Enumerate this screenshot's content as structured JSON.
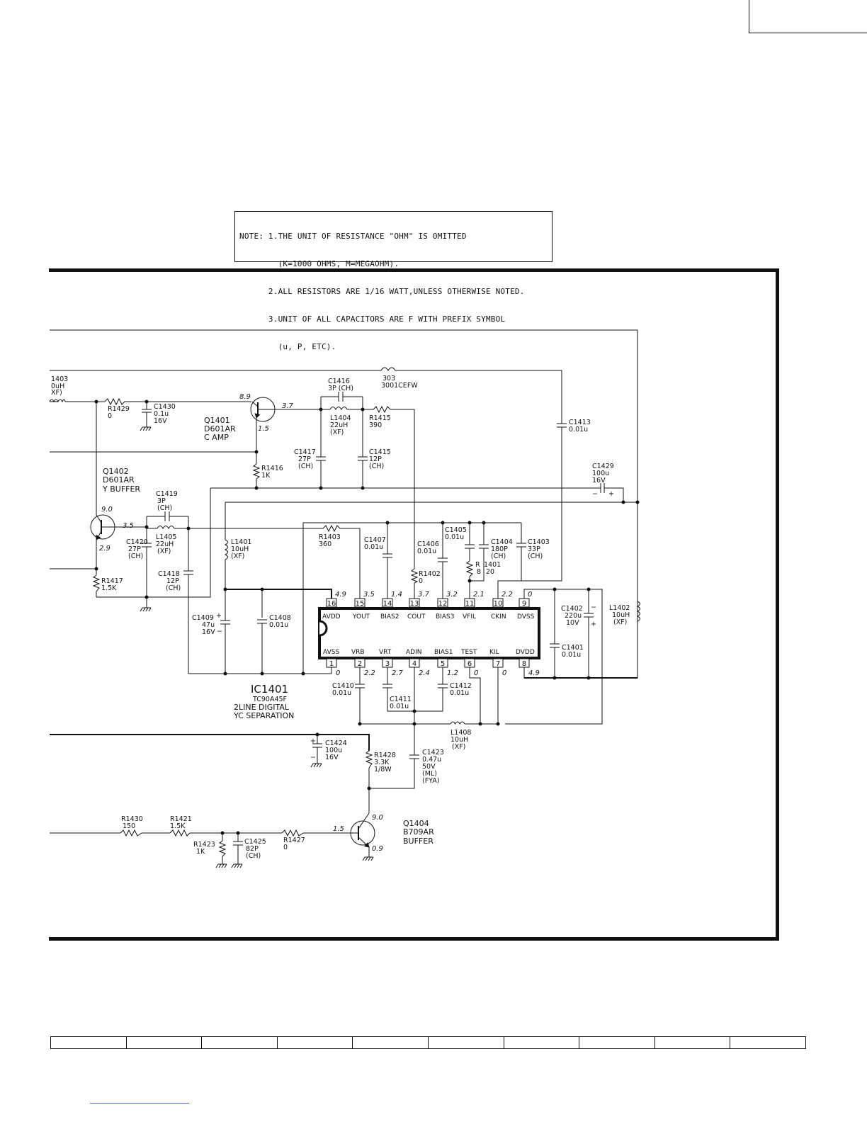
{
  "note": {
    "lines": [
      "NOTE: 1.THE UNIT OF RESISTANCE \"OHM\" IS OMITTED",
      "        (K=1000 OHMS, M=MEGAOHM).",
      "      2.ALL RESISTORS ARE 1/16 WATT,UNLESS OTHERWISE NOTED.",
      "      3.UNIT OF ALL CAPACITORS ARE F WITH PREFIX SYMBOL",
      "        (u, P, ETC)."
    ]
  },
  "ic": {
    "ref": "IC1401",
    "part": "TC90A45F",
    "desc1": "2LINE DIGITAL",
    "desc2": "YC SEPARATION",
    "top_pins": [
      {
        "num": "16",
        "name": "AVDD",
        "volt": "4.9"
      },
      {
        "num": "15",
        "name": "YOUT",
        "volt": "3.5"
      },
      {
        "num": "14",
        "name": "BIAS2",
        "volt": "1.4"
      },
      {
        "num": "13",
        "name": "COUT",
        "volt": "3.7"
      },
      {
        "num": "12",
        "name": "BIAS3",
        "volt": "3.2"
      },
      {
        "num": "11",
        "name": "VFIL",
        "volt": "2.1"
      },
      {
        "num": "10",
        "name": "CKIN",
        "volt": "2.2"
      },
      {
        "num": "9",
        "name": "DVSS",
        "volt": "0"
      }
    ],
    "bottom_pins": [
      {
        "num": "1",
        "name": "AVSS",
        "volt": "0"
      },
      {
        "num": "2",
        "name": "VRB",
        "volt": "2.2"
      },
      {
        "num": "3",
        "name": "VRT",
        "volt": "2.7"
      },
      {
        "num": "4",
        "name": "ADIN",
        "volt": "2.4"
      },
      {
        "num": "5",
        "name": "BIAS1",
        "volt": "1.2"
      },
      {
        "num": "6",
        "name": "TEST",
        "volt": "0"
      },
      {
        "num": "7",
        "name": "KIL",
        "volt": "0"
      },
      {
        "num": "8",
        "name": "DVDD",
        "volt": "4.9"
      }
    ]
  },
  "transistors": {
    "q1401": {
      "ref": "Q1401",
      "part": "D601AR",
      "func": "C AMP",
      "vc": "8.9",
      "ve": "1.5",
      "vb": "3.7"
    },
    "q1402": {
      "ref": "Q1402",
      "part": "D601AR",
      "func": "Y BUFFER",
      "vc": "9.0",
      "ve": "2.9",
      "vb": "3.5"
    },
    "q1404": {
      "ref": "Q1404",
      "part": "B709AR",
      "func": "BUFFER",
      "vb": "1.5",
      "vc": "9.0",
      "ve": "0.9"
    }
  },
  "components": {
    "l1403": [
      "1403",
      "0uH",
      "XF)"
    ],
    "r1429": [
      "R1429",
      "0"
    ],
    "c1430": [
      "C1430",
      "0.1u",
      "16V"
    ],
    "x303": [
      "303",
      "3001CEFW"
    ],
    "c1416": [
      "C1416",
      "3P (CH)"
    ],
    "l1404": [
      "L1404",
      "22uH",
      "(XF)"
    ],
    "r1415": [
      "R1415",
      "390"
    ],
    "c1413": [
      "C1413",
      "0.01u"
    ],
    "c1417": [
      "C1417",
      "27P",
      "(CH)"
    ],
    "c1415": [
      "C1415",
      "12P",
      "(CH)"
    ],
    "r1416": [
      "R1416",
      "1K"
    ],
    "c1429": [
      "C1429",
      "100u",
      "16V"
    ],
    "c1419": [
      "C1419",
      "3P",
      "(CH)"
    ],
    "c1420": [
      "C1420",
      "27P",
      "(CH)"
    ],
    "l1405": [
      "L1405",
      "22uH",
      "(XF)"
    ],
    "l1401": [
      "L1401",
      "10uH",
      "(XF)"
    ],
    "r1403": [
      "R1403",
      "360"
    ],
    "c1407": [
      "C1407",
      "0.01u"
    ],
    "c1406": [
      "C1406",
      "0.01u"
    ],
    "c1405": [
      "C1405",
      "0.01u"
    ],
    "c1404": [
      "C1404",
      "180P",
      "(CH)"
    ],
    "c1403": [
      "C1403",
      "33P",
      "(CH)"
    ],
    "r1401": [
      "R",
      "8",
      "1401",
      "20"
    ],
    "r1402": [
      "R1402",
      "0"
    ],
    "r1417": [
      "R1417",
      "1.5K"
    ],
    "c1418": [
      "C1418",
      "12P",
      "(CH)"
    ],
    "c1409": [
      "C1409",
      "47u",
      "16V"
    ],
    "c1408": [
      "C1408",
      "0.01u"
    ],
    "c1402": [
      "C1402",
      "220u",
      "10V"
    ],
    "c1401": [
      "C1401",
      "0.01u"
    ],
    "l1402": [
      "L1402",
      "10uH",
      "(XF)"
    ],
    "c1410": [
      "C1410",
      "0.01u"
    ],
    "c1411": [
      "C1411",
      "0.01u"
    ],
    "c1412": [
      "C1412",
      "0.01u"
    ],
    "l1408": [
      "L1408",
      "10uH",
      "(XF)"
    ],
    "c1424": [
      "C1424",
      "100u",
      "16V"
    ],
    "r1428": [
      "R1428",
      "3.3K",
      "1/8W"
    ],
    "c1423": [
      "C1423",
      "0.47u",
      "50V",
      "(ML)",
      "(FYA)"
    ],
    "r1430": [
      "R1430",
      "150"
    ],
    "r1421": [
      "R1421",
      "1.5K"
    ],
    "r1423": [
      "R1423",
      "1K"
    ],
    "c1425": [
      "C1425",
      "82P",
      "(CH)"
    ],
    "r1427": [
      "R1427",
      "0"
    ]
  },
  "footer": {
    "cells": 10
  }
}
